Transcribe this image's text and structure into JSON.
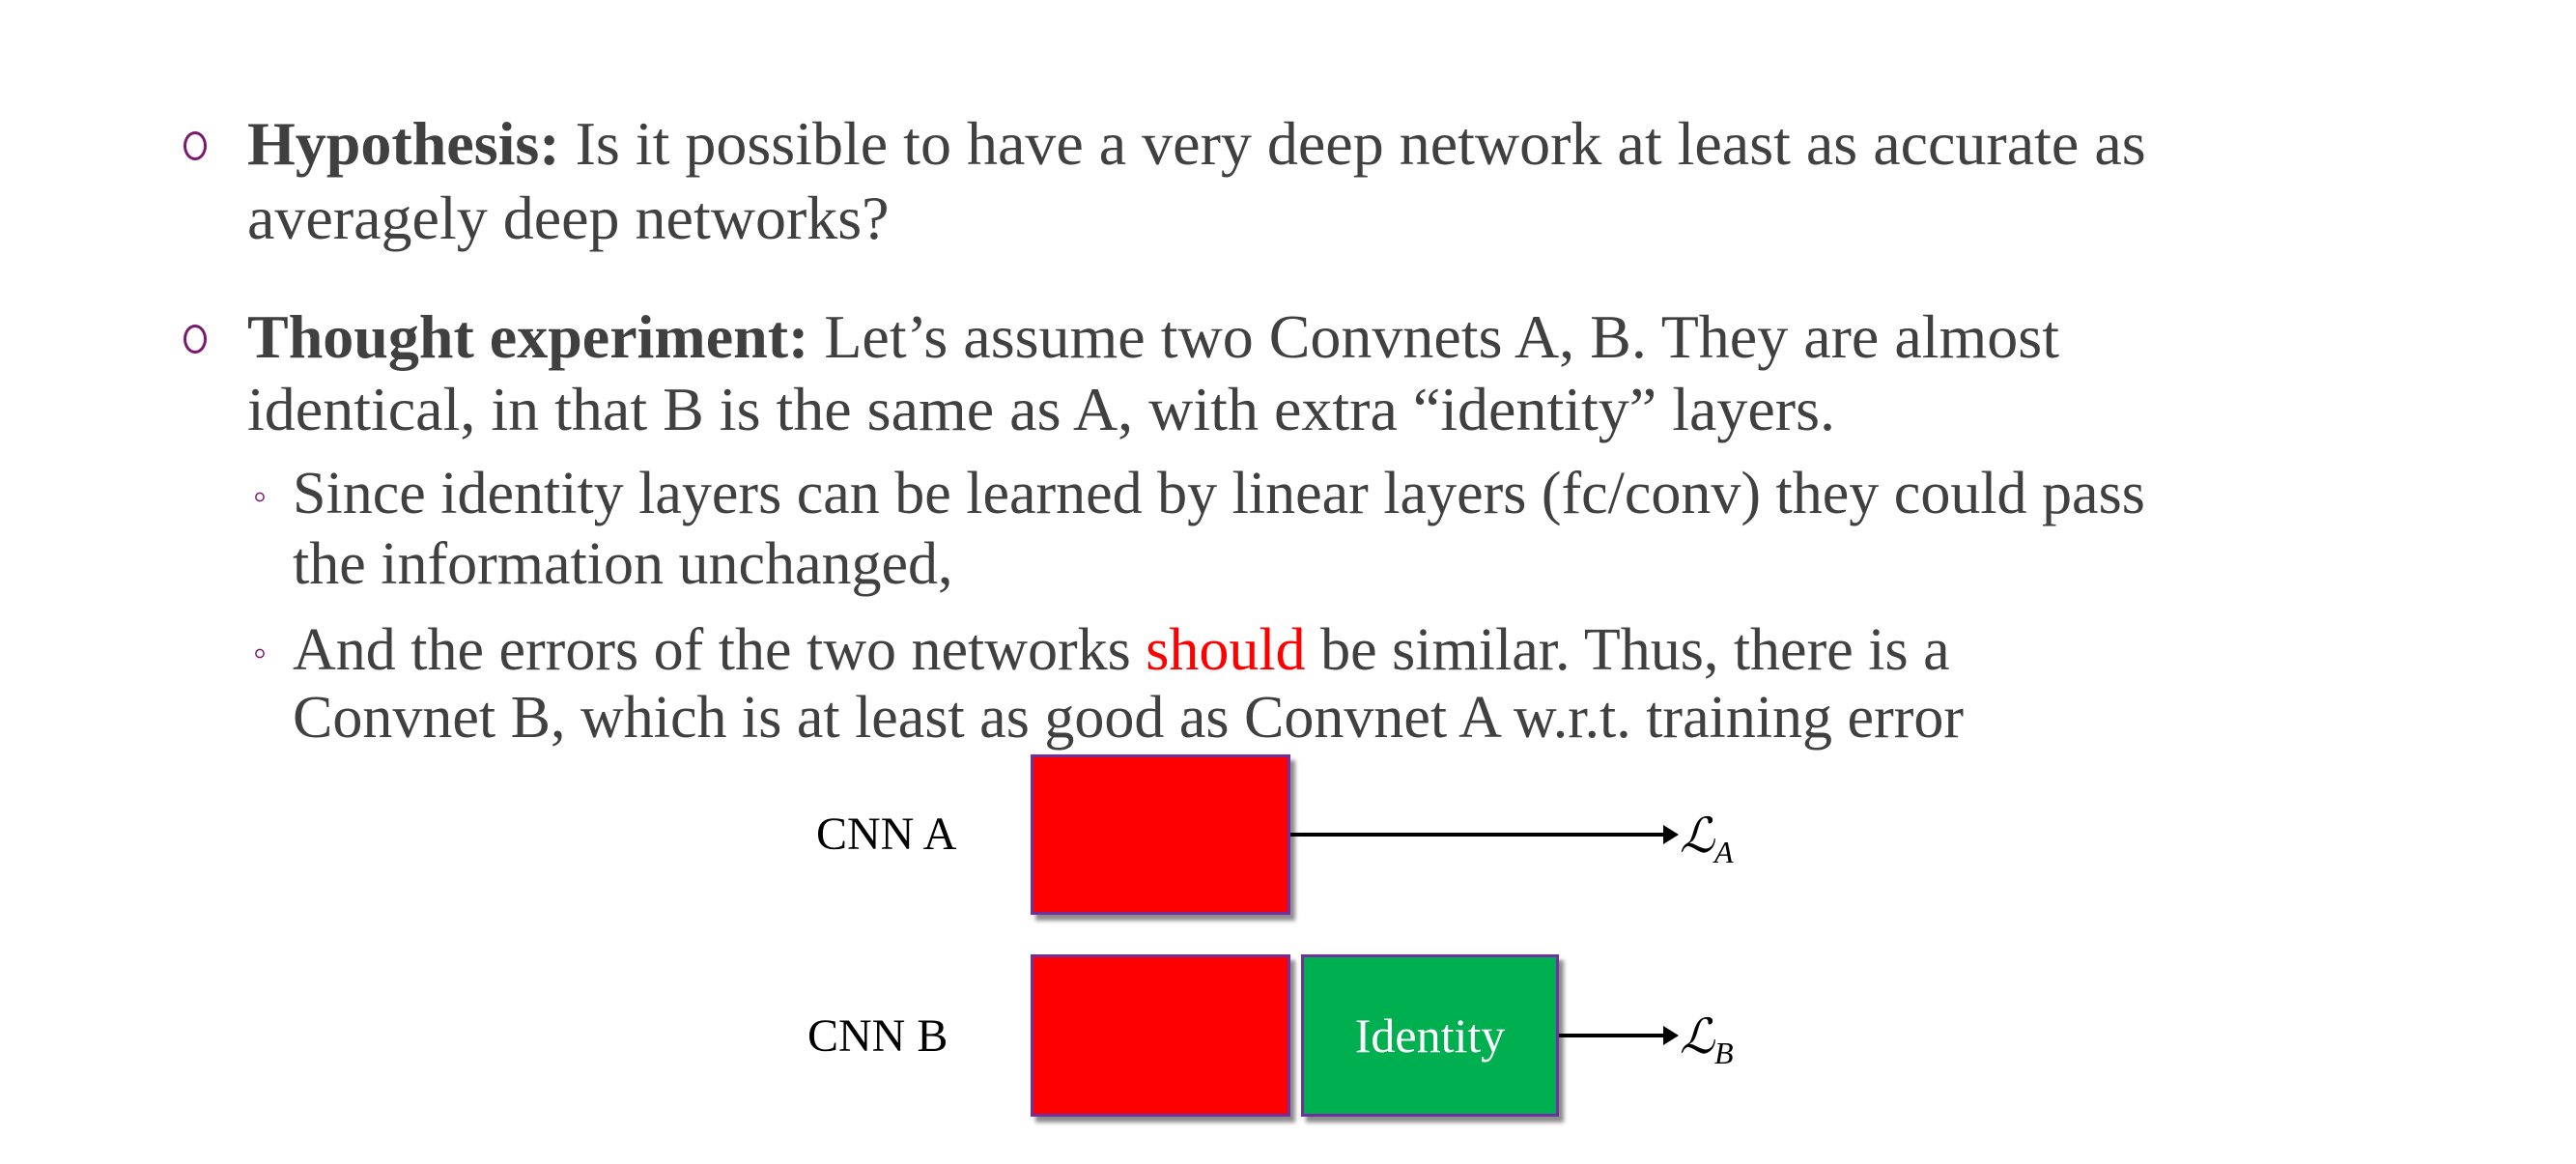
{
  "bullets": [
    {
      "title": "Hypothesis:",
      "line1": " Is it possible to have a very deep network at least as accurate as",
      "line2": "averagely deep networks?"
    },
    {
      "title": "Thought experiment:",
      "line1": " Let’s assume two Convnets A, B. They are almost",
      "line2": "identical, in that B is the same as A, with extra “identity” layers."
    }
  ],
  "subbullets": [
    {
      "line1": "Since identity layers can be learned by linear layers (fc/conv) they could pass",
      "line2": "the information unchanged,"
    },
    {
      "line1_pre": "And the errors of the two networks ",
      "line1_emph": "should",
      "line1_post": " be similar. Thus, there is a",
      "line2": "Convnet B, which is at least as good as Convnet A w.r.t. training error"
    }
  ],
  "diagram": {
    "cnn_a_label": "CNN A",
    "cnn_b_label": "CNN B",
    "identity_label": "Identity",
    "loss_symbol": "ℒ",
    "loss_a_sub": "A",
    "loss_b_sub": "B",
    "colors": {
      "cnn_block": "#ff0000",
      "identity_block": "#00b050",
      "emphasis": "#ff0000"
    }
  }
}
